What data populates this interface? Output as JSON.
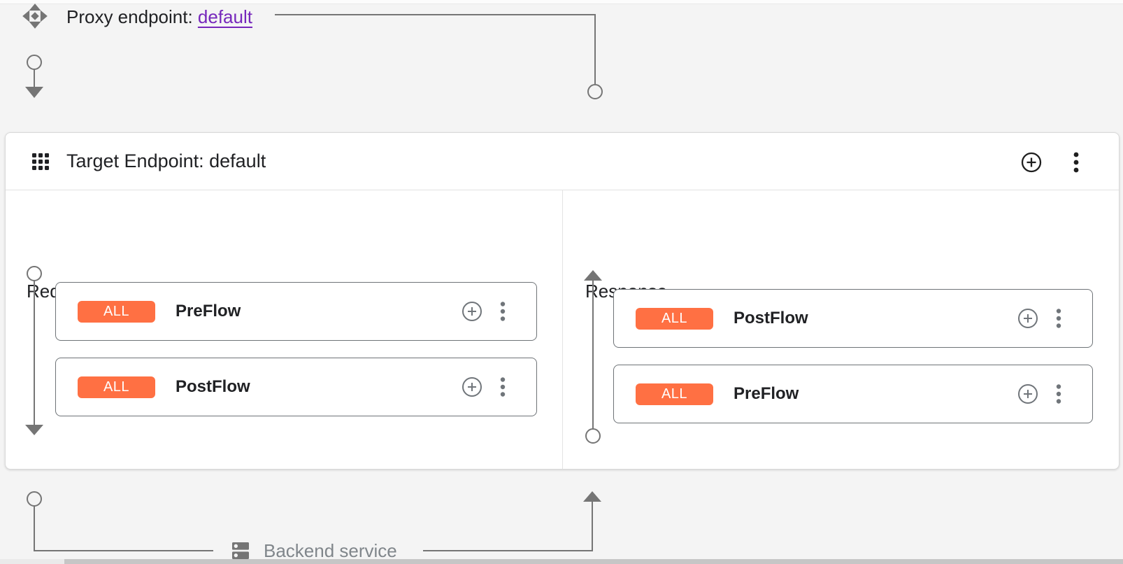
{
  "proxy_endpoint": {
    "label": "Proxy endpoint:",
    "link_text": "default"
  },
  "target_endpoint": {
    "title": "Target Endpoint: default",
    "request": {
      "label": "Request",
      "flows": [
        {
          "condition": "ALL",
          "name": "PreFlow"
        },
        {
          "condition": "ALL",
          "name": "PostFlow"
        }
      ]
    },
    "response": {
      "label": "Response",
      "flows": [
        {
          "condition": "ALL",
          "name": "PostFlow"
        },
        {
          "condition": "ALL",
          "name": "PreFlow"
        }
      ]
    }
  },
  "backend_service": {
    "label": "Backend service"
  },
  "colors": {
    "condition_badge": "#FF7043",
    "proxy_link": "#7627BB",
    "connector": "#757575"
  },
  "icons": {
    "proxy_endpoint": "proxy-endpoint-move-icon",
    "target_endpoint": "grid-icon",
    "add": "add-circle-icon",
    "menu": "more-vert-icon",
    "backend_service": "dns-icon"
  }
}
